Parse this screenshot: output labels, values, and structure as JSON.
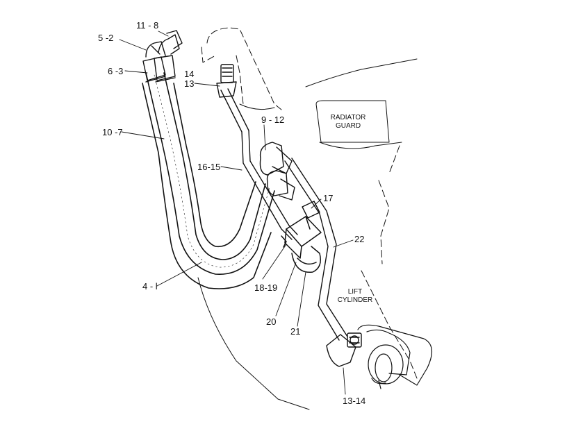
{
  "callouts": {
    "c_11_8": "11 - 8",
    "c_5_2": "5 -2",
    "c_6_3": "6 -3",
    "c_14": "14",
    "c_13": "13",
    "c_10_7": "10 -7",
    "c_9_12": "9 - 12",
    "c_16_15": "16-15",
    "c_17": "17",
    "c_22": "22",
    "c_4_1": "4 - l",
    "c_18_19": "18-19",
    "c_20": "20",
    "c_21": "21",
    "c_13_14": "13-14"
  },
  "areas": {
    "radiator_guard_line1": "RADIATOR",
    "radiator_guard_line2": "GUARD",
    "lift_cylinder_line1": "LIFT",
    "lift_cylinder_line2": "CYLINDER"
  }
}
